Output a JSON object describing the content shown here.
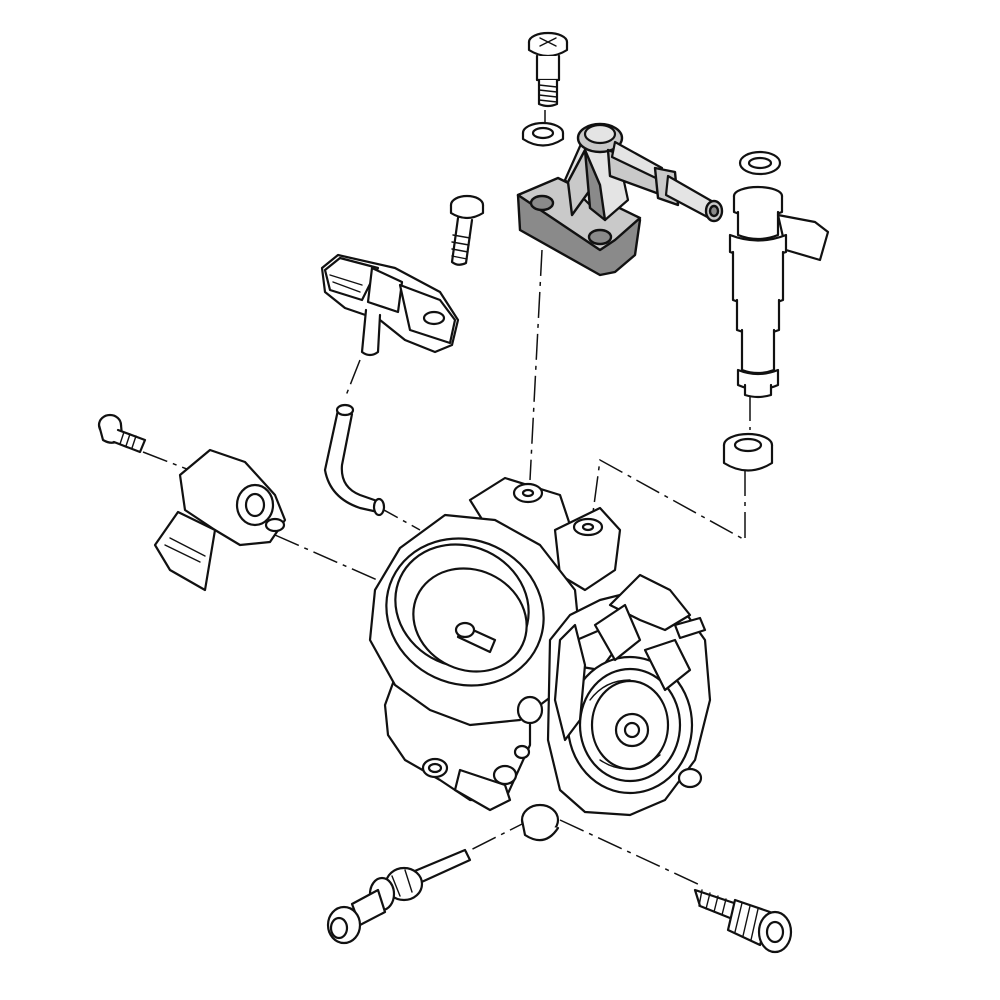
{
  "diagram": {
    "highlight_color": "#9a9a9a",
    "line_color": "#111111",
    "background": "#ffffff",
    "parts": [
      {
        "id": "fuel-pipe-mounting-bolt",
        "highlighted": false
      },
      {
        "id": "sealing-washer",
        "highlighted": false
      },
      {
        "id": "fuel-feed-pipe-bracket",
        "highlighted": true
      },
      {
        "id": "fuel-injector",
        "highlighted": false
      },
      {
        "id": "injector-o-ring",
        "highlighted": false
      },
      {
        "id": "injector-seal",
        "highlighted": false
      },
      {
        "id": "map-sensor-bolt",
        "highlighted": false
      },
      {
        "id": "map-sensor",
        "highlighted": false
      },
      {
        "id": "vacuum-hose",
        "highlighted": false
      },
      {
        "id": "tp-sensor-screw",
        "highlighted": false
      },
      {
        "id": "throttle-position-sensor",
        "highlighted": false
      },
      {
        "id": "throttle-body",
        "highlighted": false
      },
      {
        "id": "idle-speed-screw",
        "highlighted": false
      },
      {
        "id": "adjusting-screw",
        "highlighted": false
      }
    ]
  }
}
